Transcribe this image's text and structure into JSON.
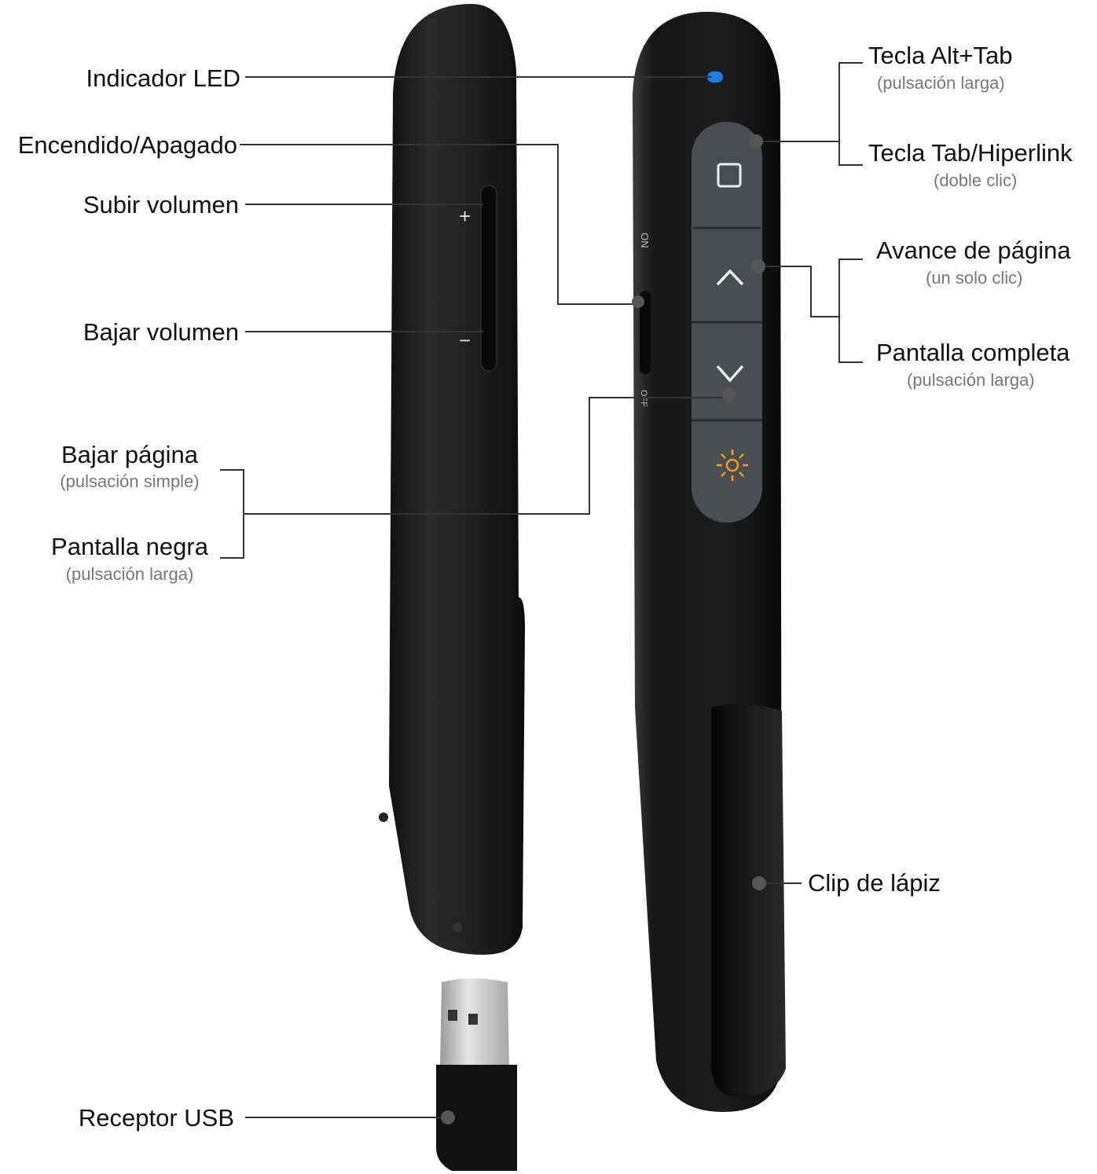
{
  "labels": {
    "led": "Indicador LED",
    "power": "Encendido/Apagado",
    "vol_up": "Subir volumen",
    "vol_down": "Bajar volumen",
    "page_down": {
      "title": "Bajar página",
      "note": "(pulsación simple)"
    },
    "black_screen": {
      "title": "Pantalla negra",
      "note": "(pulsación larga)"
    },
    "usb": "Receptor USB",
    "alt_tab": {
      "title": "Tecla Alt+Tab",
      "note": "(pulsación larga)"
    },
    "tab_link": {
      "title": "Tecla Tab/Hiperlink",
      "note": "(doble clic)"
    },
    "page_up": {
      "title": "Avance de página",
      "note": "(un solo clic)"
    },
    "fullscreen": {
      "title": "Pantalla completa",
      "note": "(pulsación larga)"
    },
    "clip": "Clip de lápiz"
  },
  "device_markings": {
    "on": "ON",
    "off": "OFF",
    "plus": "+",
    "minus": "−"
  },
  "icons": [
    "window-icon",
    "chevron-up-icon",
    "chevron-down-icon",
    "laser-sun-icon"
  ],
  "colors": {
    "body": "#1e1e1e",
    "buttons": "#4a4d52",
    "led": "#1e7fe0",
    "laser": "#f0a020",
    "leader": "#333333"
  }
}
